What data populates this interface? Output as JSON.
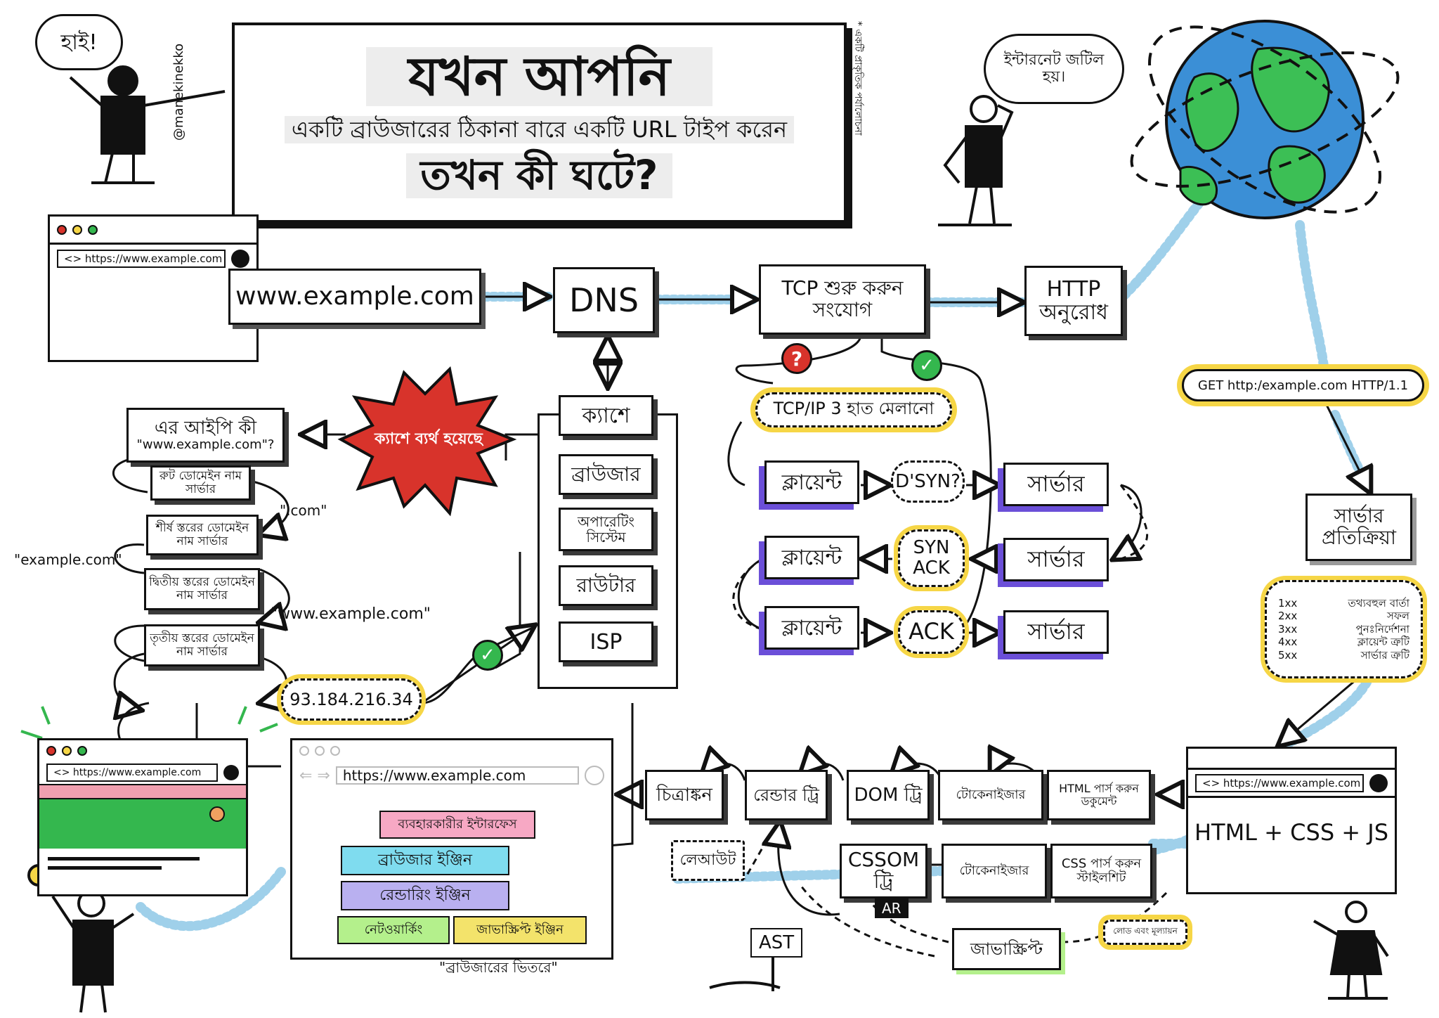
{
  "title": {
    "main": "যখন আপনি",
    "sub": "একটি ব্রাউজারের ঠিকানা বারে একটি URL টাইপ করেন",
    "question": "তখন কী ঘটে?",
    "author": "@manekinekko",
    "note": "* একটি প্রাকৃতিক পর্যালোচনা"
  },
  "bubbles": {
    "hi": "হাই!",
    "internet": "ইন্টারনেট জটিল হয়।"
  },
  "browser_top": {
    "url": "<> https://www.example.com"
  },
  "flow_top": {
    "url_box": "www.example.com",
    "dns": "DNS",
    "tcp": "TCP শুরু করুন সংযোগ",
    "http": "HTTP অনুরোধ"
  },
  "dns_stack": {
    "cache": "ক্যাশে",
    "items": [
      "ব্রাউজার",
      "অপারেটিং সিস্টেম",
      "রাউটার",
      "ISP"
    ]
  },
  "cache_fail": "ক্যাশে ব্যর্থ হয়েছে",
  "resolver": {
    "question_line1": "এর আইপি কী",
    "question_line2": "\"www.example.com\"?",
    "root": "রুট ডোমেইন নাম সার্ভার",
    "com_label": "\".com\"",
    "tld": "শীর্ষ স্তরের ডোমেইন নাম সার্ভার",
    "example_label": "\"example.com\"",
    "sld": "দ্বিতীয় স্তরের ডোমেইন নাম সার্ভার",
    "www_label": "\"www.example.com\"",
    "third": "তৃতীয় স্তরের ডোমেইন নাম সার্ভার",
    "ip": "93.184.216.34"
  },
  "handshake": {
    "title": "TCP/IP 3 হাত মেলানো",
    "client": "ক্লায়েন্ট",
    "server": "সার্ভার",
    "syn": "D'SYN?",
    "synack": "SYN ACK",
    "ack": "ACK"
  },
  "http_request": "GET http:/example.com HTTP/1.1",
  "server_response": {
    "title": "সার্ভার প্রতিক্রিয়া",
    "codes": [
      {
        "code": "1xx",
        "label": "তথ্যবহুল বার্তা"
      },
      {
        "code": "2xx",
        "label": "সফল"
      },
      {
        "code": "3xx",
        "label": "পুনঃনির্দেশনা"
      },
      {
        "code": "4xx",
        "label": "ক্লায়েন্ট ত্রুটি"
      },
      {
        "code": "5xx",
        "label": "সার্ভার ত্রুটি"
      }
    ]
  },
  "response_window": {
    "url": "<> https://www.example.com",
    "body": "HTML + CSS + JS"
  },
  "render": {
    "paint": "চিত্রাঙ্কন",
    "render_tree": "রেন্ডার ট্রি",
    "dom_tree": "DOM ট্রি",
    "tokenizer1": "টোকেনাইজার",
    "parse_html": "HTML পার্স করুন ডকুমেন্ট",
    "layout": "লেআউট",
    "cssom_tree": "CSSOM ট্রি",
    "ar": "AR",
    "tokenizer2": "টোকেনাইজার",
    "parse_css": "CSS পার্স করুন স্টাইলশিট",
    "javascript": "জাভাস্ক্রিপ্ট",
    "load_eval": "লোড এবং মূল্যায়ন",
    "ast": "AST"
  },
  "browser_inside": {
    "url": "https://www.example.com",
    "ui": "ব্যবহারকারীর ইন্টারফেস",
    "engine": "ব্রাউজার ইঞ্জিন",
    "rendering": "রেন্ডারিং ইঞ্জিন",
    "networking": "নেটওয়ার্কিং",
    "js_engine": "জাভাস্ক্রিপ্ট ইঞ্জিন",
    "caption": "\"ব্রাউজারের ভিতরে\""
  },
  "final_browser": {
    "url": "<> https://www.example.com"
  },
  "colors": {
    "yellow": "#f6d646",
    "purple": "#6b4fd8",
    "green": "#34b74e",
    "red": "#d8332b",
    "blue_dots": "#9fd0ea",
    "pink": "#f7a8c4",
    "cyan": "#7fdcef",
    "lavender": "#b9b0f0",
    "lime": "#b4f08c",
    "gold": "#f3e36b"
  }
}
